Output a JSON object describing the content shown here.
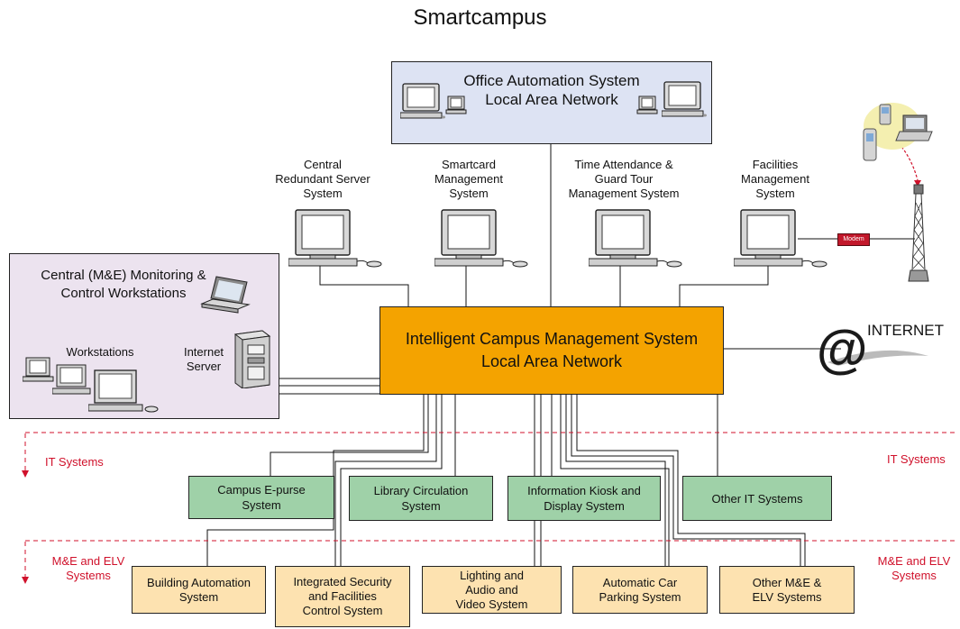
{
  "title": "Smartcampus",
  "office_automation": {
    "line1": "Office Automation System",
    "line2": "Local Area Network"
  },
  "nodes": {
    "central_server": {
      "line1": "Central",
      "line2": "Redundant Server",
      "line3": "System"
    },
    "smartcard": {
      "line1": "Smartcard",
      "line2": "Management",
      "line3": "System"
    },
    "time_attendance": {
      "line1": "Time Attendance &",
      "line2": "Guard Tour",
      "line3": "Management System"
    },
    "facilities": {
      "line1": "Facilities",
      "line2": "Management",
      "line3": "System"
    }
  },
  "modem_label": "Modem",
  "central_monitoring": {
    "title_line1": "Central (M&E) Monitoring &",
    "title_line2": "Control Workstations",
    "workstations_label": "Workstations",
    "server_line1": "Internet",
    "server_line2": "Server"
  },
  "icms": {
    "line1": "Intelligent Campus Management System",
    "line2": "Local Area Network"
  },
  "internet_label": "INTERNET",
  "it_systems_label": "IT Systems",
  "me_elv_label": {
    "line1": "M&E and ELV",
    "line2": "Systems"
  },
  "it_systems": [
    {
      "line1": "Campus E-purse",
      "line2": "System"
    },
    {
      "line1": "Library Circulation",
      "line2": "System"
    },
    {
      "line1": "Information Kiosk and",
      "line2": "Display System"
    },
    {
      "line1": "Other IT Systems",
      "line2": ""
    }
  ],
  "me_systems": [
    {
      "line1": "Building Automation",
      "line2": "System",
      "line3": ""
    },
    {
      "line1": "Integrated Security",
      "line2": "and Facilities",
      "line3": "Control System"
    },
    {
      "line1": "Lighting and",
      "line2": "Audio and",
      "line3": "Video System"
    },
    {
      "line1": "Automatic Car",
      "line2": "Parking System",
      "line3": ""
    },
    {
      "line1": "Other M&E &",
      "line2": "ELV Systems",
      "line3": ""
    }
  ],
  "colors": {
    "icms_fill": "#f4a300",
    "office_fill": "#dde3f3",
    "monitoring_fill": "#ece3ef",
    "it_fill": "#9fd1a8",
    "me_fill": "#fde2b0",
    "accent_red": "#d0112b"
  }
}
